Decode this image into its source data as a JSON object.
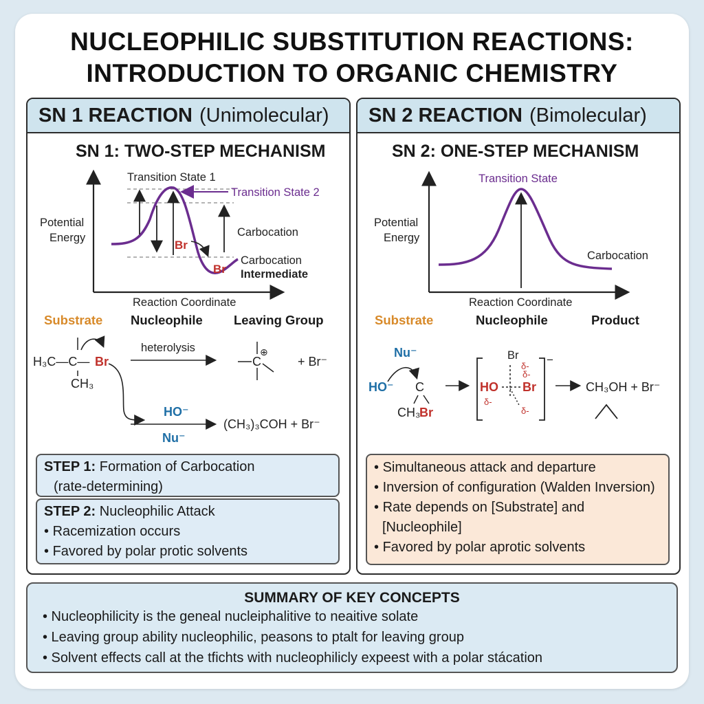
{
  "title": {
    "line1": "NUCLEOPHILIC SUBSTITUTION REACTIONS:",
    "line2": "INTRODUCTION TO ORGANIC CHEMISTRY"
  },
  "sn1": {
    "header_main": "SN 1 REACTION",
    "header_sub": "(Unimolecular)",
    "mechanism_title": "SN 1: TWO-STEP MECHANISM",
    "diagram": {
      "ylabel_line1": "Potential",
      "ylabel_line2": "Energy",
      "xlabel": "Reaction Coordinate",
      "ts1": "Transition State 1",
      "ts2": "Transition State 2",
      "carbocation": "Carbocation",
      "intermediate_line1": "Carbocation",
      "intermediate_line2": "Intermediate",
      "br_a": "Br",
      "br_b": "Br"
    },
    "labels": {
      "substrate": "Substrate",
      "nucleophile": "Nucleophile",
      "leaving_group": "Leaving Group"
    },
    "scheme": {
      "h3c": "H₃C—C—",
      "br": "Br",
      "ch3": "CH₃",
      "heterolysis": "heterolysis",
      "plus_sign": "⊕",
      "c": "C",
      "plus_br": "+ Br⁻",
      "ho": "HO⁻",
      "nu": "Nu⁻",
      "product": "(CH₃)₃COH + Br⁻"
    },
    "step1": {
      "label": "STEP 1:",
      "text": "Formation of Carbocation",
      "note": "(rate-determining)"
    },
    "step2": {
      "label": "STEP 2:",
      "text": "Nucleophilic Attack",
      "bullets": [
        "Racemization occurs",
        "Favored by polar protic solvents"
      ]
    }
  },
  "sn2": {
    "header_main": "SN 2 REACTION",
    "header_sub": "(Bimolecular)",
    "mechanism_title": "SN 2: ONE-STEP MECHANISM",
    "diagram": {
      "ylabel_line1": "Potential",
      "ylabel_line2": "Energy",
      "xlabel": "Reaction Coordinate",
      "ts": "Transition State",
      "carbocation": "Carbocation"
    },
    "labels": {
      "substrate": "Substrate",
      "nucleophile": "Nucleophile",
      "product": "Product"
    },
    "scheme": {
      "nu": "Nu⁻",
      "ho": "HO⁻",
      "c": "C",
      "ch3br_a": "CH₃",
      "ch3br_b": "Br",
      "ts_br_top": "Br",
      "ts_ho": "HO",
      "ts_br": "Br",
      "delta_minus": "δ-",
      "minus": "−",
      "product": "CH₃OH + Br⁻"
    },
    "bullets": [
      "Simultaneous attack and departure",
      "Inversion of configuration (Walden Inversion)",
      "Rate depends on [Substrate] and",
      "[Nucleophile]",
      "Favored by polar aprotic solvents"
    ]
  },
  "summary": {
    "heading": "SUMMARY OF KEY CONCEPTS",
    "items": [
      "• Nucleophilicity is the geneal nucleiphalitive to neaitive solate",
      "• Leaving group ability nucleophilic, peasons to ptalt for leaving group",
      "• Solvent effects call at the tfichts with nucleophilicly expeest with a polar stácation"
    ]
  },
  "colors": {
    "purple": "#6b2d8f",
    "red": "#c0312b",
    "orange": "#d88a2a",
    "blue": "#1f6fa6"
  }
}
